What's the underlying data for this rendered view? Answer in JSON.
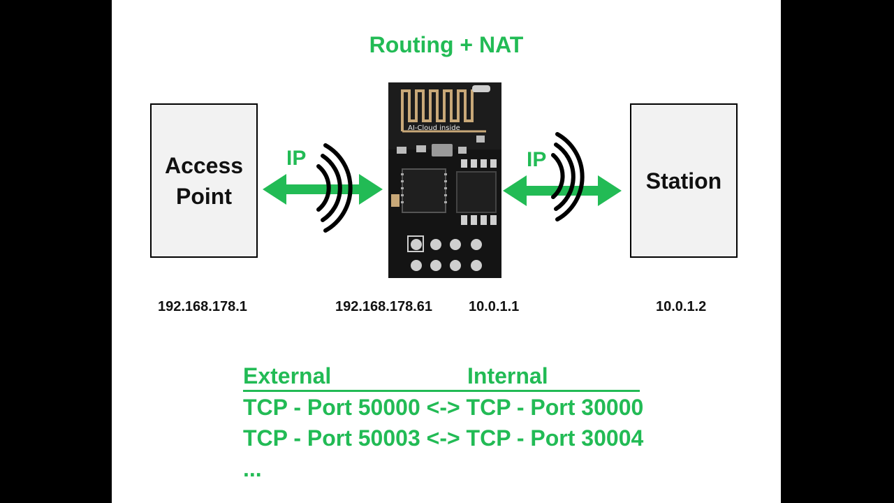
{
  "title": "Routing + NAT",
  "access_point": {
    "label_line1": "Access",
    "label_line2": "Point"
  },
  "station": {
    "label": "Station"
  },
  "links": {
    "left_label": "IP",
    "right_label": "IP"
  },
  "chip": {
    "marking": "AI-Cloud inside"
  },
  "addresses": {
    "access_point": "192.168.178.1",
    "module_external": "192.168.178.61",
    "module_internal": "10.0.1.1",
    "station": "10.0.1.2"
  },
  "nat_table": {
    "header_external": "External",
    "header_internal": "Internal",
    "rows": [
      "TCP - Port 50000 <-> TCP - Port 30000",
      "TCP - Port 50003 <-> TCP - Port 30004"
    ],
    "ellipsis": "..."
  },
  "colors": {
    "accent": "#22bb55",
    "box_fill": "#f2f2f2",
    "pcb": "#141414"
  }
}
